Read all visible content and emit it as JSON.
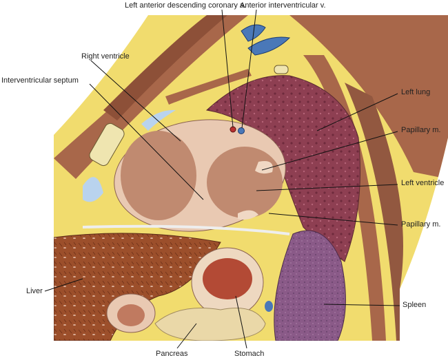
{
  "labels": {
    "lad": "Left anterior descending coronary a.",
    "aiv": "Anterior interventricular v.",
    "right_ventricle": "Right ventricle",
    "septum": "Interventricular septum",
    "left_lung": "Left lung",
    "papillary_upper": "Papillary m.",
    "left_ventricle": "Left ventricle",
    "papillary_lower": "Papillary m.",
    "liver": "Liver",
    "spleen": "Spleen",
    "pancreas": "Pancreas",
    "stomach": "Stomach"
  },
  "colors": {
    "fat": "#f1dc6e",
    "muscle": "#a8674a",
    "lung": "#8e3f52",
    "heart_wall": "#e9c9b2",
    "ventricle": "#c08a70",
    "liver": "#9c4f2b",
    "spleen": "#8a5a88",
    "stomach": "#b34a35",
    "pancreas": "#ead8a8",
    "vessel": "#4a78b8"
  }
}
